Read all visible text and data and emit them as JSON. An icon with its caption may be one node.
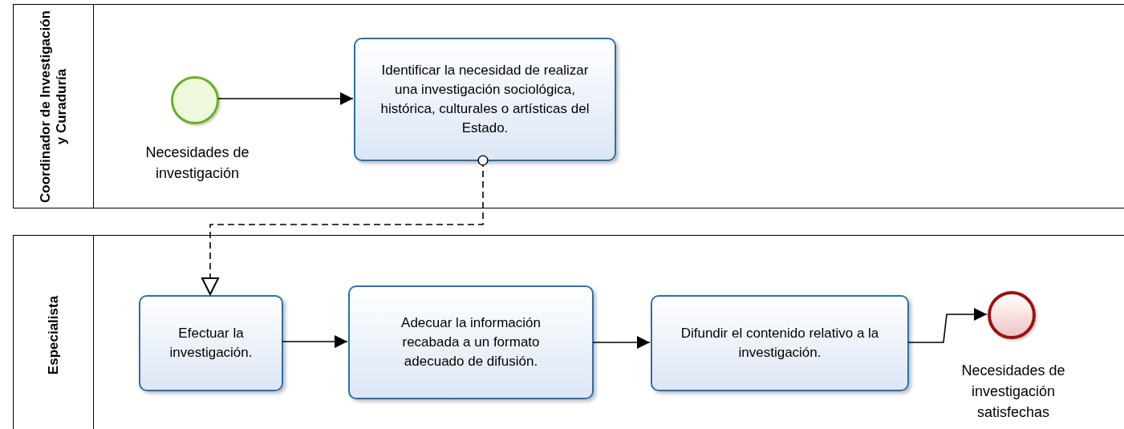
{
  "diagram": {
    "nodes": [
      {
        "text": [
          "Coordinador de Investigación y Curaduría"
        ]
      },
      {
        "text": [],
        "shape": "circle",
        "in": 0,
        "beside": [
          "Necesidades de investigación"
        ]
      },
      {
        "text": [
          "Identificar la necesidad de realizar una investigación sociológica, histórica, culturales o artísticas del Estado."
        ],
        "in": 0
      },
      {
        "text": [
          "Especialista"
        ]
      },
      {
        "text": [
          "Efectuar la investigación."
        ],
        "in": 3
      },
      {
        "text": [
          "Adecuar la información recabada a un formato adecuado de difusión."
        ],
        "in": 3
      },
      {
        "text": [
          "Difundir el contenido relativo a la investigación."
        ],
        "in": 3
      },
      {
        "text": [],
        "shape": "circle",
        "in": 3,
        "beside": [
          "Necesidades de investigación satisfechas"
        ]
      }
    ],
    "edges": [
      {
        "from": 1,
        "to": 2,
        "arrow": "to"
      },
      {
        "from": 2,
        "to": 4,
        "arrow": "to",
        "style": "dashed"
      },
      {
        "from": 4,
        "to": 5,
        "arrow": "to"
      },
      {
        "from": 5,
        "to": 6,
        "arrow": "to"
      },
      {
        "from": 6,
        "to": 7,
        "arrow": "to"
      }
    ]
  }
}
